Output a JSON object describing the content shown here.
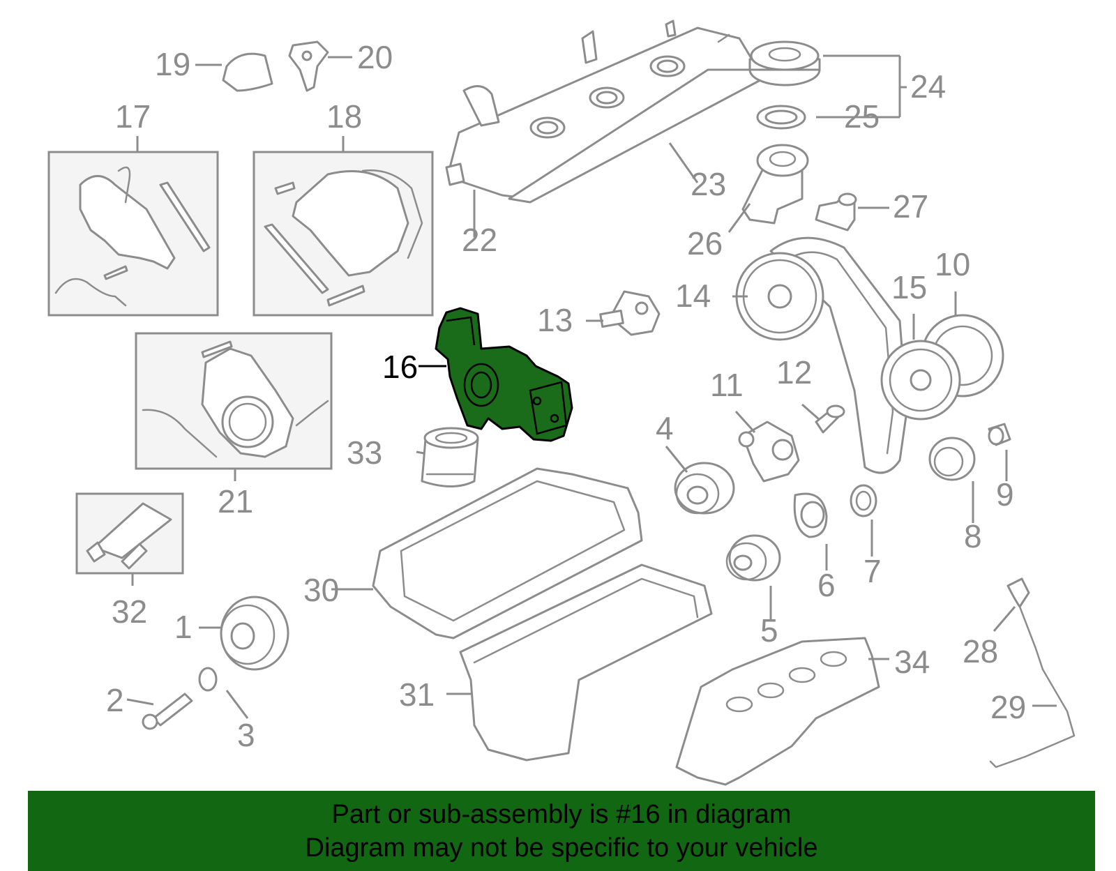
{
  "highlighted_part": "16",
  "callouts": {
    "c1": "1",
    "c2": "2",
    "c3": "3",
    "c4": "4",
    "c5": "5",
    "c6": "6",
    "c7": "7",
    "c8": "8",
    "c9": "9",
    "c10": "10",
    "c11": "11",
    "c12": "12",
    "c13": "13",
    "c14": "14",
    "c15": "15",
    "c16": "16",
    "c17": "17",
    "c18": "18",
    "c19": "19",
    "c20": "20",
    "c21": "21",
    "c22": "22",
    "c23": "23",
    "c24": "24",
    "c25": "25",
    "c26": "26",
    "c27": "27",
    "c28": "28",
    "c29": "29",
    "c30": "30",
    "c31": "31",
    "c32": "32",
    "c33": "33",
    "c34": "34"
  },
  "banner": {
    "line1": "Part or sub-assembly is #16 in diagram",
    "line2": "Diagram may not be specific to your vehicle"
  },
  "colors": {
    "highlight_fill": "#1a6b1a",
    "banner_background": "#126812",
    "line_gray": "#8c8c8c"
  }
}
